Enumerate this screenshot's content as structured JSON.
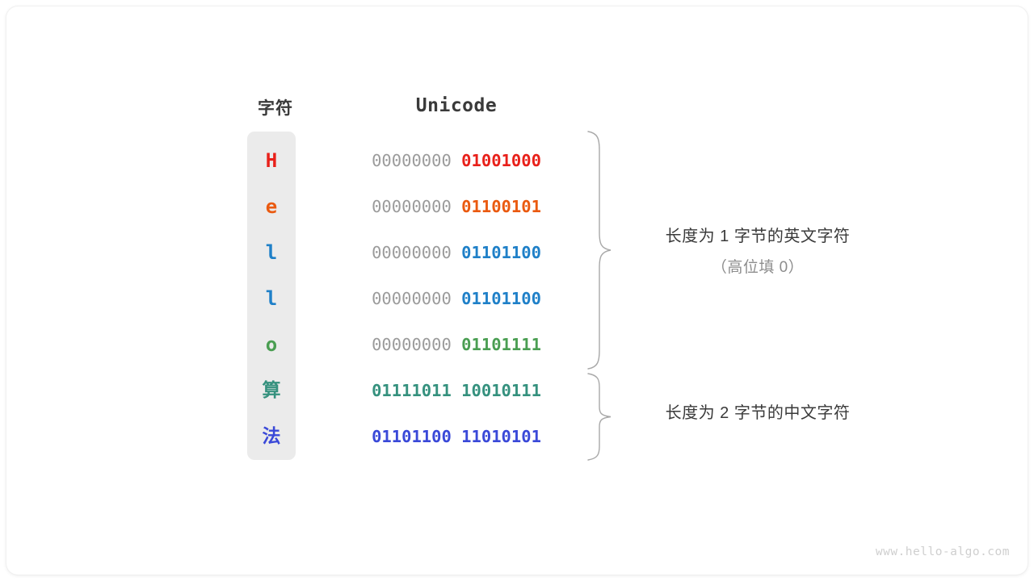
{
  "figure": {
    "headers": {
      "character": "字符",
      "unicode": "Unicode"
    },
    "rows": [
      {
        "char": "H",
        "script": "latin",
        "color": "#e8201a",
        "high_byte": "00000000",
        "low_byte": "01001000",
        "high_byte_is_padding": true
      },
      {
        "char": "e",
        "script": "latin",
        "color": "#ea5a10",
        "high_byte": "00000000",
        "low_byte": "01100101",
        "high_byte_is_padding": true
      },
      {
        "char": "l",
        "script": "latin",
        "color": "#1f80c8",
        "high_byte": "00000000",
        "low_byte": "01101100",
        "high_byte_is_padding": true
      },
      {
        "char": "l",
        "script": "latin",
        "color": "#1f80c8",
        "high_byte": "00000000",
        "low_byte": "01101100",
        "high_byte_is_padding": true
      },
      {
        "char": "o",
        "script": "latin",
        "color": "#4a9e52",
        "high_byte": "00000000",
        "low_byte": "01101111",
        "high_byte_is_padding": true
      },
      {
        "char": "算",
        "script": "cjk",
        "color": "#35917e",
        "high_byte": "01111011",
        "low_byte": "10010111",
        "high_byte_is_padding": false
      },
      {
        "char": "法",
        "script": "cjk",
        "color": "#3a49d8",
        "high_byte": "01101100",
        "low_byte": "11010101",
        "high_byte_is_padding": false
      }
    ],
    "annotations": [
      {
        "main": "长度为 1 字节的英文字符",
        "sub": "（高位填 0）",
        "covers_rows": [
          0,
          4
        ]
      },
      {
        "main": "长度为 2 字节的中文字符",
        "sub": "",
        "covers_rows": [
          5,
          6
        ]
      }
    ],
    "watermark": "www.hello-algo.com",
    "colors": {
      "padding_bits": "#9b9b9b",
      "char_column_background": "#ebebeb",
      "brace": "#a8a8a8",
      "heading_text": "#3a3a3a",
      "sub_text": "#8d8d8d",
      "watermark": "#cfcfcf",
      "card_background": "#ffffff"
    }
  }
}
